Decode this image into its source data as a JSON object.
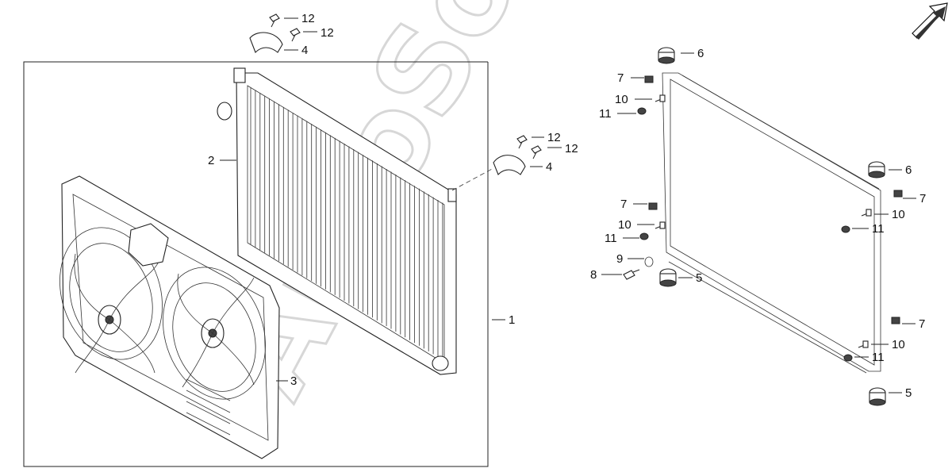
{
  "watermark": "AutoSoft",
  "callouts": {
    "c1": "1",
    "c2": "2",
    "c3": "3",
    "c4a": "4",
    "c4b": "4",
    "c5a": "5",
    "c5b": "5",
    "c6a": "6",
    "c6b": "6",
    "c7a": "7",
    "c7b": "7",
    "c7c": "7",
    "c7d": "7",
    "c8": "8",
    "c9": "9",
    "c10a": "10",
    "c10b": "10",
    "c10c": "10",
    "c10d": "10",
    "c11a": "11",
    "c11b": "11",
    "c11c": "11",
    "c11d": "11",
    "c12a": "12",
    "c12b": "12",
    "c12c": "12",
    "c12d": "12"
  },
  "icons": {
    "orientation": "direction-arrow-icon"
  }
}
